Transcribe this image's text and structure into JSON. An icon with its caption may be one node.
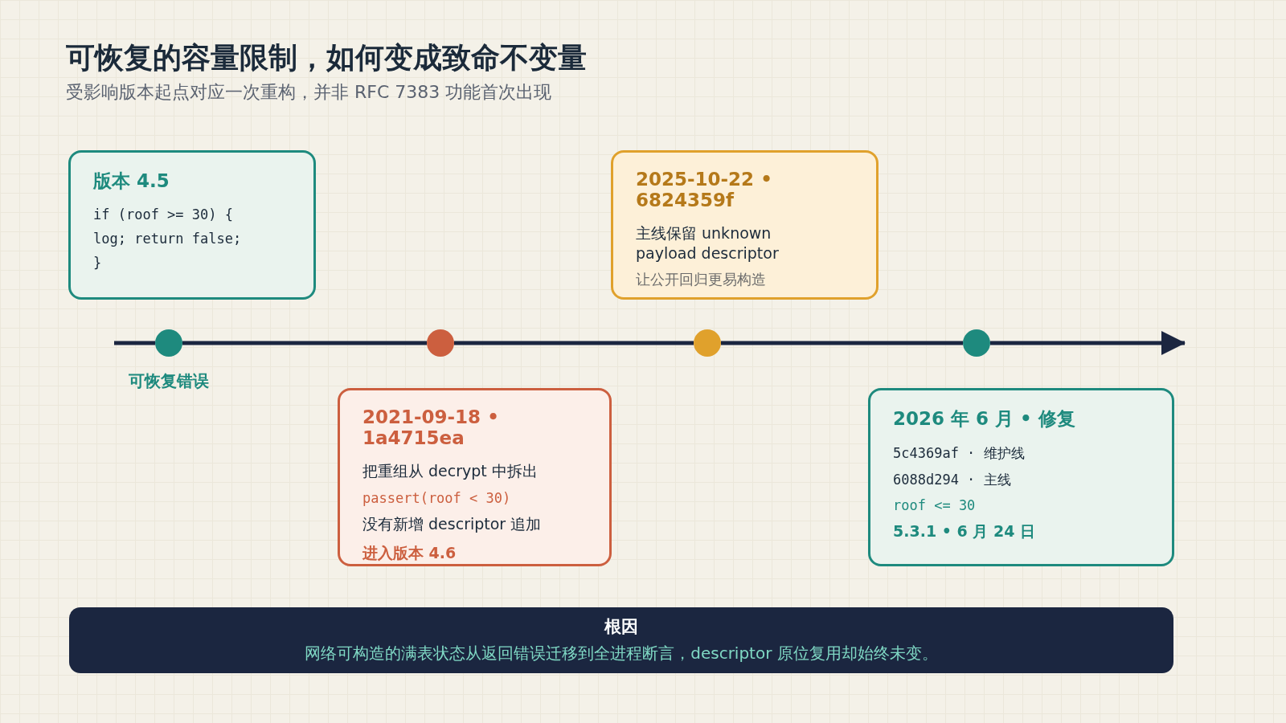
{
  "diagram": {
    "title": "可恢复的容量限制，如何变成致命不变量",
    "nodes": [
      {
        "text": [
          "版本 4.5",
          "if (roof >= 30) {",
          "log; return false;",
          "}"
        ]
      },
      {
        "text": [
          "2025-10-22 • 6824359f",
          "主线保留 unknown payload descriptor",
          "让公开回归更易构造"
        ]
      },
      {
        "text": [],
        "shape": "circle",
        "beside": [
          "可恢复错误"
        ]
      },
      {
        "text": [],
        "shape": "circle"
      },
      {
        "text": [],
        "shape": "circle"
      },
      {
        "text": [],
        "shape": "circle"
      },
      {
        "text": [
          "2021-09-18 • 1a4715ea",
          "把重组从 decrypt 中拆出",
          "passert(roof < 30)",
          "没有新增 descriptor 追加",
          "进入版本 4.6"
        ]
      },
      {
        "text": [
          "2026 年 6 月 • 修复",
          "5c4369af · 维护线",
          "6088d294 · 主线",
          "roof <= 30",
          "5.3.1 • 6 月 24 日"
        ]
      },
      {
        "text": [
          "根因",
          "网络可构造的满表状态从返回错误迁移到全进程断言，descriptor 原位复用却始终未变。"
        ]
      }
    ],
    "edges": [
      {
        "from": null,
        "to": 2,
        "arrow": "none"
      },
      {
        "from": 2,
        "to": 3,
        "arrow": "none"
      },
      {
        "from": 3,
        "to": 4,
        "arrow": "none"
      },
      {
        "from": 4,
        "to": 5,
        "arrow": "none"
      },
      {
        "from": 5,
        "to": null,
        "arrow": "to"
      }
    ],
    "labels": [
      "受影响版本起点对应一次重构，并非 RFC 7383 功能首次出现"
    ]
  }
}
